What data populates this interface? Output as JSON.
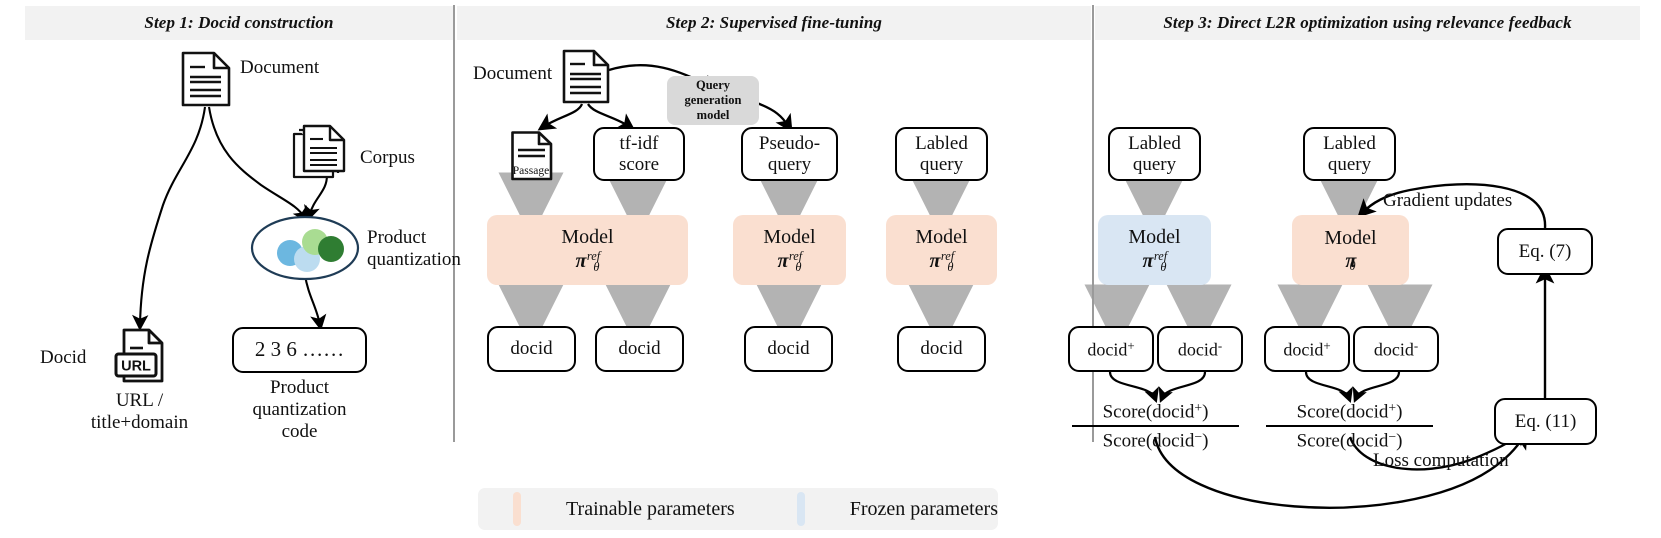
{
  "figure": {
    "type": "pipeline-diagram",
    "panels": [
      {
        "id": "step1",
        "title": "Step 1: Docid construction"
      },
      {
        "id": "step2",
        "title": "Step 2: Supervised fine-tuning"
      },
      {
        "id": "step3",
        "title": "Step 3: Direct L2R optimization using relevance feedback"
      }
    ]
  },
  "step1": {
    "document_label": "Document",
    "corpus_label": "Corpus",
    "pq_label_line1": "Product",
    "pq_label_line2": "quantization",
    "docid_label": "Docid",
    "url_icon_text": "URL",
    "url_caption_line1": "URL /",
    "url_caption_line2": "title+domain",
    "pq_code_box": "2 3 6 ……",
    "pq_code_caption_line1": "Product",
    "pq_code_caption_line2": "quantization",
    "pq_code_caption_line3": "code",
    "colors": {
      "ellipse_stroke": "#1f3c56",
      "circle_blue_dark": "#6cb7e0",
      "circle_blue_light": "#bcdcf0",
      "circle_green_light": "#a9dc92",
      "circle_green_dark": "#2f7d32"
    }
  },
  "step2": {
    "document_label": "Document",
    "passage_icon_text": "Passage",
    "query_gen_model": "Query\ngeneration\nmodel",
    "query_gen_model_lines": [
      "Query",
      "generation",
      "model"
    ],
    "inputs": [
      {
        "name": "passage",
        "label": "Passage"
      },
      {
        "name": "tfidf",
        "lines": [
          "tf-idf",
          "score"
        ]
      },
      {
        "name": "pseudo-query",
        "lines": [
          "Pseudo-",
          "query"
        ]
      },
      {
        "name": "labled-query",
        "lines": [
          "Labled",
          "query"
        ]
      }
    ],
    "models": [
      {
        "name": "model-wide",
        "text_prefix": "Model",
        "symbol": "π",
        "sup": "ref",
        "sub": "θ",
        "style": "trainable",
        "layout": "inline"
      },
      {
        "name": "model-pseudo",
        "text_prefix": "Model",
        "symbol": "π",
        "sup": "ref",
        "sub": "θ",
        "style": "trainable",
        "layout": "stacked"
      },
      {
        "name": "model-labled",
        "text_prefix": "Model",
        "symbol": "π",
        "sup": "ref",
        "sub": "θ",
        "style": "trainable",
        "layout": "stacked"
      }
    ],
    "outputs": [
      "docid",
      "docid",
      "docid",
      "docid"
    ]
  },
  "step3": {
    "queries": [
      {
        "name": "query-ref",
        "lines": [
          "Labled",
          "query"
        ]
      },
      {
        "name": "query-theta",
        "lines": [
          "Labled",
          "query"
        ]
      }
    ],
    "models": [
      {
        "name": "model-ref",
        "text_prefix": "Model",
        "symbol": "π",
        "sup": "ref",
        "sub": "θ",
        "style": "frozen",
        "layout": "stacked"
      },
      {
        "name": "model-theta",
        "text_prefix": "Model",
        "symbol": "π",
        "sup": "",
        "sub": "θ",
        "style": "trainable",
        "layout": "inline"
      }
    ],
    "docid_pos": "docid",
    "docid_neg": "docid",
    "docid_pos_sign": "+",
    "docid_neg_sign": "-",
    "score_num": "Score(docid",
    "score_den": "Score(docid",
    "score_num_sign": "+",
    "score_den_sign": "−",
    "score_close": ")",
    "eq7": "Eq. (7)",
    "eq11": "Eq. (11)",
    "gradient_updates": "Gradient updates",
    "loss_computation": "Loss computation"
  },
  "legend": {
    "trainable": "Trainable parameters",
    "frozen": "Frozen parameters",
    "colors": {
      "trainable": "#fadfd0",
      "frozen": "#d9e6f3",
      "panel": "#f2f2f2"
    }
  }
}
